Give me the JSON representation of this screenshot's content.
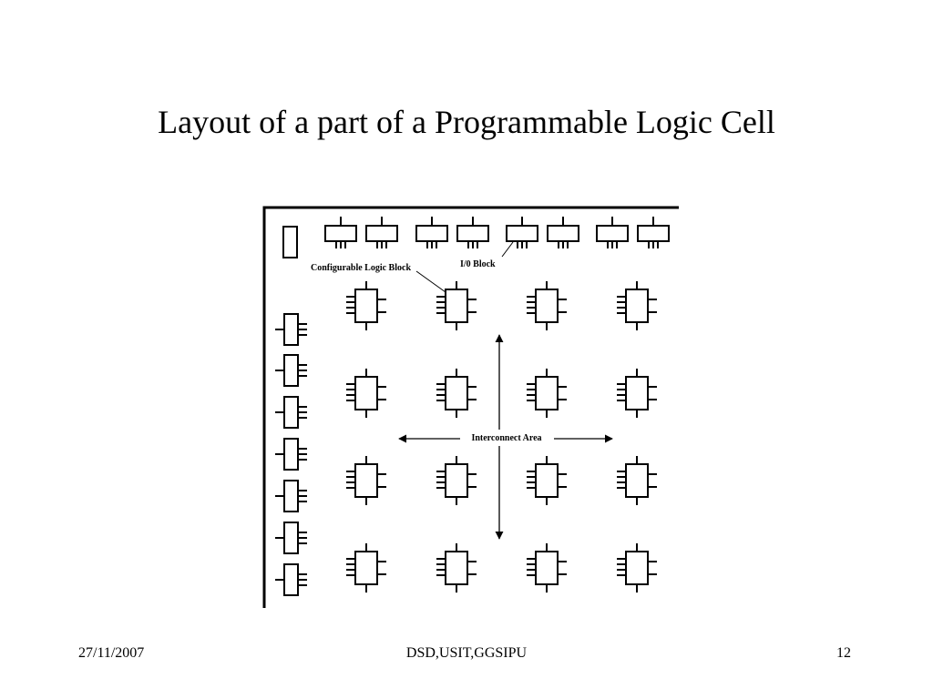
{
  "slide": {
    "title": "Layout of a part of a Programmable Logic Cell"
  },
  "diagram": {
    "labels": {
      "clb": "Configurable Logic Block",
      "io": "I/0 Block",
      "interconnect": "Interconnect Area"
    },
    "clb_grid": {
      "rows": 4,
      "cols": 4
    },
    "top_io_block_count": 8,
    "left_io_block_count": 7
  },
  "footer": {
    "date": "27/11/2007",
    "center": "DSD,USIT,GGSIPU",
    "page": "12"
  }
}
